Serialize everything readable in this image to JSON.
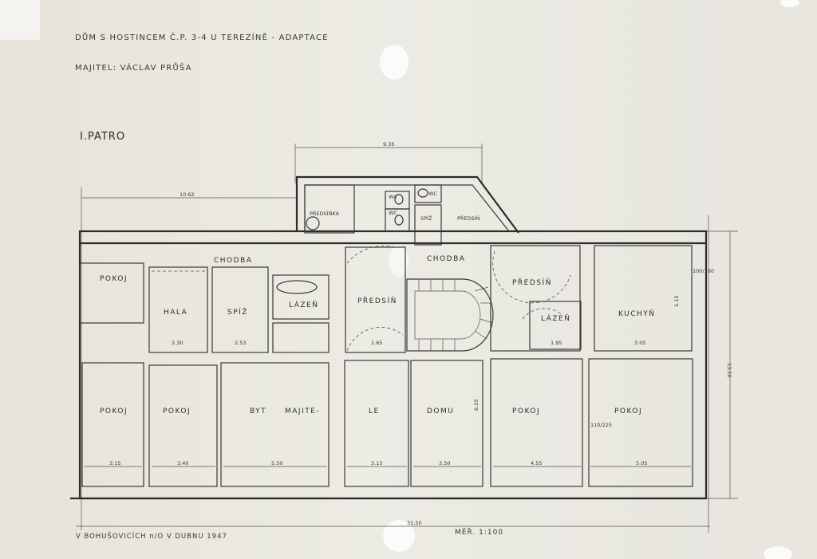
{
  "header": {
    "title": "DŮM S HOSTINCEM Č.P. 3-4  U TEREZÍNĚ - ADAPTACE",
    "owner": "MAJITEL: VÁCLAV PRŮŠA"
  },
  "floor_label": "I.PATRO",
  "rooms": {
    "back_pokoj": "POKOJ",
    "hala": "HALA",
    "spiz": "SPÍŽ",
    "lazen_left": "LÁZEŇ",
    "predsin_center": "PŘEDSÍŇ",
    "chodba_left": "CHODBA",
    "chodba_right": "CHODBA",
    "predsin_right": "PŘEDSÍŇ",
    "lazen_right": "LÁZEŇ",
    "kuchyn": "KUCHYŇ",
    "predsinka": "PŘEDSÍŇKA",
    "wc_1": "WC",
    "wc_2": "WC",
    "wc_3": "WC",
    "spiz_annex": "SPÍŽ",
    "predsin_annex": "PŘEDSÍŇ",
    "front_pokoj_1": "POKOJ",
    "front_pokoj_2": "POKOJ",
    "byt_1": "BYT",
    "byt_2": "MAJITE-",
    "byt_3": "LE",
    "byt_4": "DOMU",
    "front_pokoj_3": "POKOJ",
    "front_pokoj_4": "POKOJ"
  },
  "dimensions": {
    "top_left": "10.62",
    "annex": "9.35",
    "overall_length": "31.50",
    "overall_depth": "13.10",
    "w_pokoj1": "3.15",
    "w_pokoj2": "3.40",
    "w_byt": "5.50",
    "w_le": "3.15",
    "w_domu": "3.50",
    "w_pokoj3": "4.55",
    "w_pokoj4": "5.05",
    "h_front": "6.25",
    "w_hala": "2.30",
    "w_spiz": "2.53",
    "w_predsin": "2.65",
    "w_lazen_r": "1.95",
    "w_kuchyn": "3.05",
    "h_kuchyn": "5.15",
    "door": "110/225",
    "window": "100/180"
  },
  "footer": {
    "place_date": "V BOHUŠOVICÍCH n/O  V DUBNU 1947",
    "scale": "MĚŘ. 1:100"
  }
}
